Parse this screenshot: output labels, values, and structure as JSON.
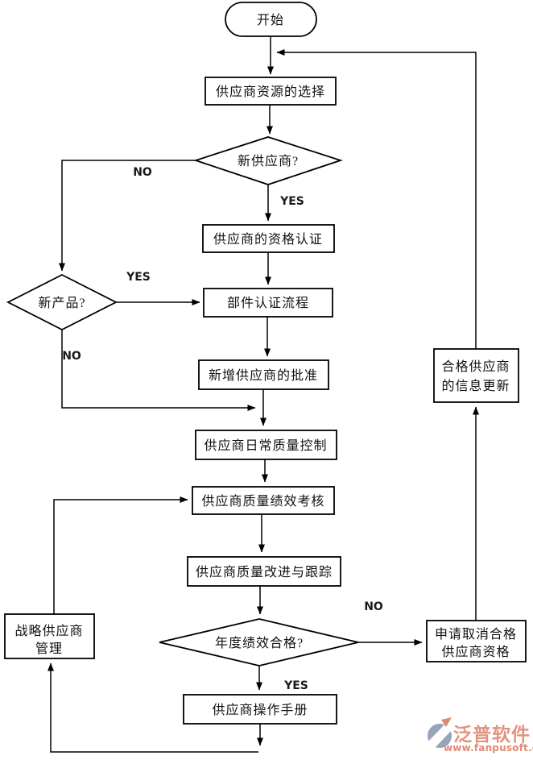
{
  "flowchart": {
    "start": {
      "label": "开始"
    },
    "supplier_selection": {
      "label": "供应商资源的选择"
    },
    "new_supplier_decision": {
      "label": "新供应商?",
      "yes": "YES",
      "no": "NO"
    },
    "qualification": {
      "label": "供应商的资格认证"
    },
    "component_process": {
      "label": "部件认证流程"
    },
    "new_product_decision": {
      "label": "新产品?",
      "yes": "YES",
      "no": "NO"
    },
    "new_supplier_approval": {
      "label": "新增供应商的批准"
    },
    "daily_quality_control": {
      "label": "供应商日常质量控制"
    },
    "performance_assessment": {
      "label": "供应商质量绩效考核"
    },
    "quality_improvement": {
      "label": "供应商质量改进与跟踪"
    },
    "annual_performance_decision": {
      "label": "年度绩效合格?",
      "yes": "YES",
      "no": "NO"
    },
    "operation_manual": {
      "label": "供应商操作手册"
    },
    "strategic_management": {
      "line1": "战略供应商",
      "line2": "管理"
    },
    "cancel_qualification": {
      "line1": "申请取消合格",
      "line2": "供应商资格"
    },
    "info_update": {
      "line1": "合格供应商",
      "line2": "的信息更新"
    }
  },
  "watermark": {
    "brand": "泛普软件",
    "url": "www.fanpusoft.com",
    "brand_color": "#e2937e",
    "url_color": "#e08a76",
    "logo_blue": "#97a4b8",
    "logo_accent": "#dd8a6f"
  },
  "colors": {
    "line": "#000000",
    "node_fill": "#ffffff"
  }
}
